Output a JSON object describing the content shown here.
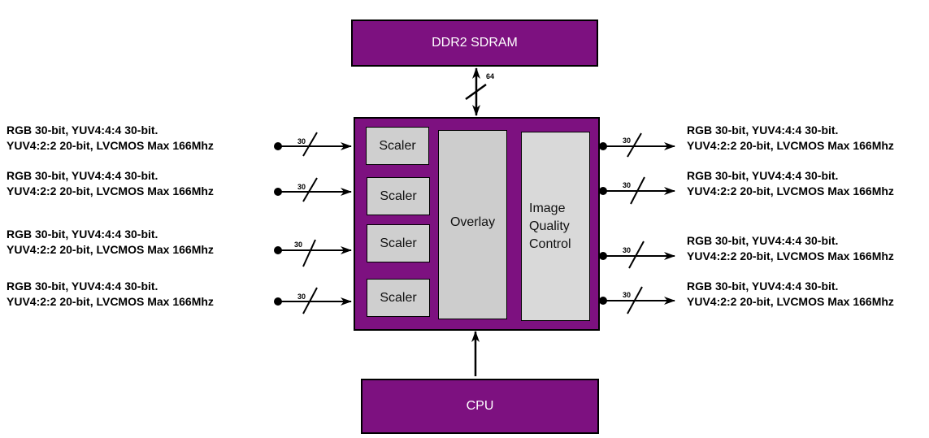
{
  "blocks": {
    "memory": "DDR2 SDRAM",
    "cpu": "CPU",
    "scalers": [
      "Scaler",
      "Scaler",
      "Scaler",
      "Scaler"
    ],
    "overlay": "Overlay",
    "iqc": "Image\nQuality\nControl"
  },
  "memory_bus_width": "64",
  "inputs": [
    {
      "line1": "RGB 30-bit, YUV4:4:4 30-bit.",
      "line2": "YUV4:2:2 20-bit, LVCMOS Max 166Mhz",
      "width": "30"
    },
    {
      "line1": "RGB 30-bit, YUV4:4:4 30-bit.",
      "line2": "YUV4:2:2 20-bit, LVCMOS Max 166Mhz",
      "width": "30"
    },
    {
      "line1": "RGB 30-bit, YUV4:4:4 30-bit.",
      "line2": "YUV4:2:2 20-bit, LVCMOS Max 166Mhz",
      "width": "30"
    },
    {
      "line1": "RGB 30-bit, YUV4:4:4 30-bit.",
      "line2": "YUV4:2:2 20-bit, LVCMOS Max 166Mhz",
      "width": "30"
    }
  ],
  "outputs": [
    {
      "line1": "RGB 30-bit, YUV4:4:4 30-bit.",
      "line2": "YUV4:2:2 20-bit, LVCMOS Max 166Mhz",
      "width": "30"
    },
    {
      "line1": "RGB 30-bit, YUV4:4:4 30-bit.",
      "line2": "YUV4:2:2 20-bit, LVCMOS Max 166Mhz",
      "width": "30"
    },
    {
      "line1": "RGB 30-bit, YUV4:4:4 30-bit.",
      "line2": "YUV4:2:2 20-bit, LVCMOS Max 166Mhz",
      "width": "30"
    },
    {
      "line1": "RGB 30-bit, YUV4:4:4 30-bit.",
      "line2": "YUV4:2:2 20-bit, LVCMOS Max 166Mhz",
      "width": "30"
    }
  ],
  "colors": {
    "block_fill": "#7d1180",
    "sub_fill": "#cfcfcf",
    "wire": "#000000"
  }
}
